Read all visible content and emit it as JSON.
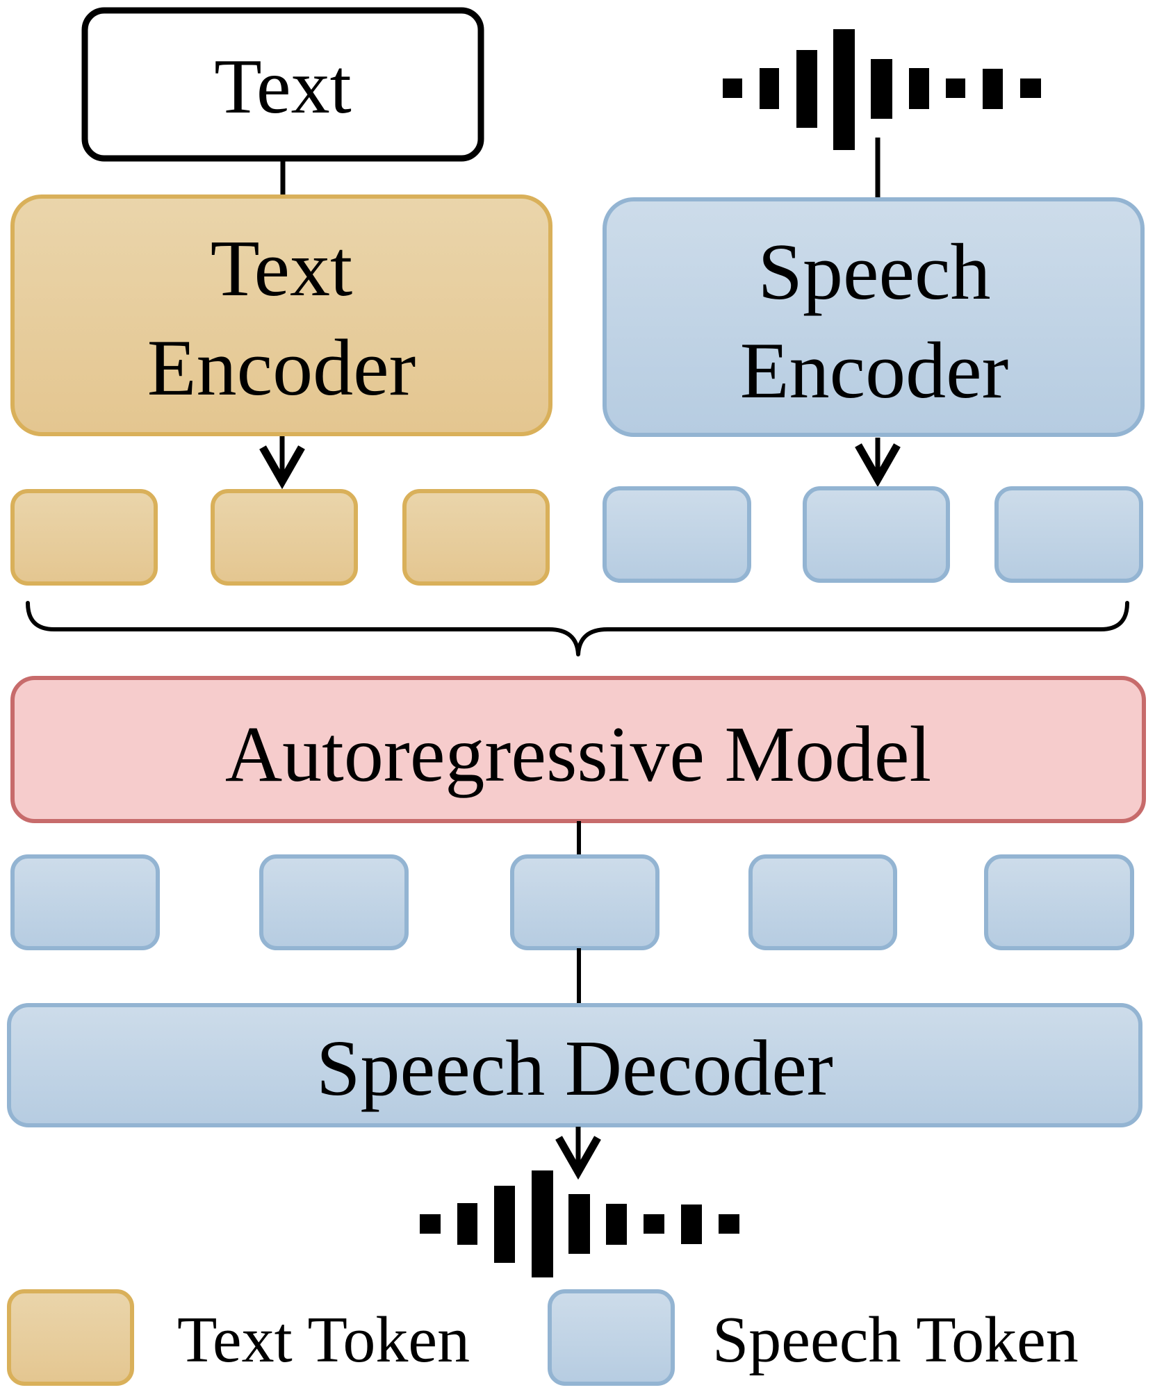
{
  "input_text": {
    "label": "Text"
  },
  "text_encoder": {
    "line1": "Text",
    "line2": "Encoder"
  },
  "speech_encoder": {
    "line1": "Speech",
    "line2": "Encoder"
  },
  "autoregressive_model": {
    "label": "Autoregressive Model"
  },
  "speech_decoder": {
    "label": "Speech Decoder"
  },
  "legend": {
    "text_token": "Text Token",
    "speech_token": "Speech Token"
  },
  "colors": {
    "text_fill": "#e8cf9f",
    "text_stroke": "#d9b05a",
    "speech_fill": "#c3d5e6",
    "speech_stroke": "#93b4d2",
    "model_fill": "#f6cccc",
    "model_stroke": "#c76b6b",
    "line": "#000000"
  }
}
